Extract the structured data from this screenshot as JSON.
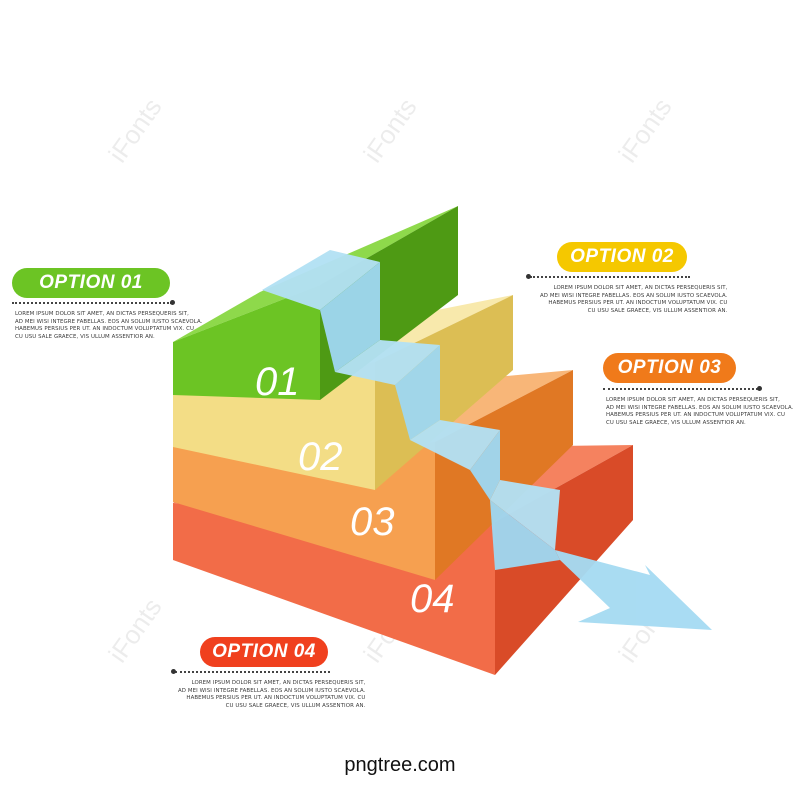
{
  "watermark": "iFonts",
  "footer": "pngtree.com",
  "options": [
    {
      "label": "OPTION 01",
      "color": "#6cc424",
      "lines": [
        "LOREM IPSUM DOLOR SIT AMET, AN DICTAS PERSEQUERIS SIT,",
        "AD MEI WISI INTEGRE FABELLAS. EOS AN SOLUM IUSTO SCAEVOLA.",
        "HABEMUS PERSIUS PER UT. AN INDOCTUM VOLUPTATUM VIX. CU",
        "CU USU SALE GRAECE, VIS ULLUM ASSENTIOR AN."
      ]
    },
    {
      "label": "OPTION 02",
      "color": "#f5c800",
      "lines": [
        "LOREM IPSUM DOLOR SIT AMET, AN DICTAS PERSEQUERIS SIT,",
        "AD MEI WISI INTEGRE FABELLAS. EOS AN SOLUM IUSTO SCAEVOLA.",
        "HABEMUS PERSIUS PER UT. AN INDOCTUM VOLUPTATUM VIX. CU",
        "CU USU SALE GRAECE, VIS ULLUM ASSENTIOR AN."
      ]
    },
    {
      "label": "OPTION 03",
      "color": "#f07a1a",
      "lines": [
        "LOREM IPSUM DOLOR SIT AMET, AN DICTAS PERSEQUERIS SIT,",
        "AD MEI WISI INTEGRE FABELLAS. EOS AN SOLUM IUSTO SCAEVOLA.",
        "HABEMUS PERSIUS PER UT. AN INDOCTUM VOLUPTATUM VIX. CU",
        "CU USU SALE GRAECE, VIS ULLUM ASSENTIOR AN."
      ]
    },
    {
      "label": "OPTION 04",
      "color": "#f0401e",
      "lines": [
        "LOREM IPSUM DOLOR SIT AMET, AN DICTAS PERSEQUERIS SIT,",
        "AD MEI WISI INTEGRE FABELLAS. EOS AN SOLUM IUSTO SCAEVOLA.",
        "HABEMUS PERSIUS PER UT. AN INDOCTUM VOLUPTATUM VIX. CU",
        "CU USU SALE GRAECE, VIS ULLUM ASSENTIOR AN."
      ]
    }
  ],
  "steps": [
    {
      "number": "01",
      "color": "#6cc424"
    },
    {
      "number": "02",
      "color": "#f3dd86"
    },
    {
      "number": "03",
      "color": "#f6a050"
    },
    {
      "number": "04",
      "color": "#f26c48"
    }
  ],
  "arrow_color": "#9fd7f0"
}
